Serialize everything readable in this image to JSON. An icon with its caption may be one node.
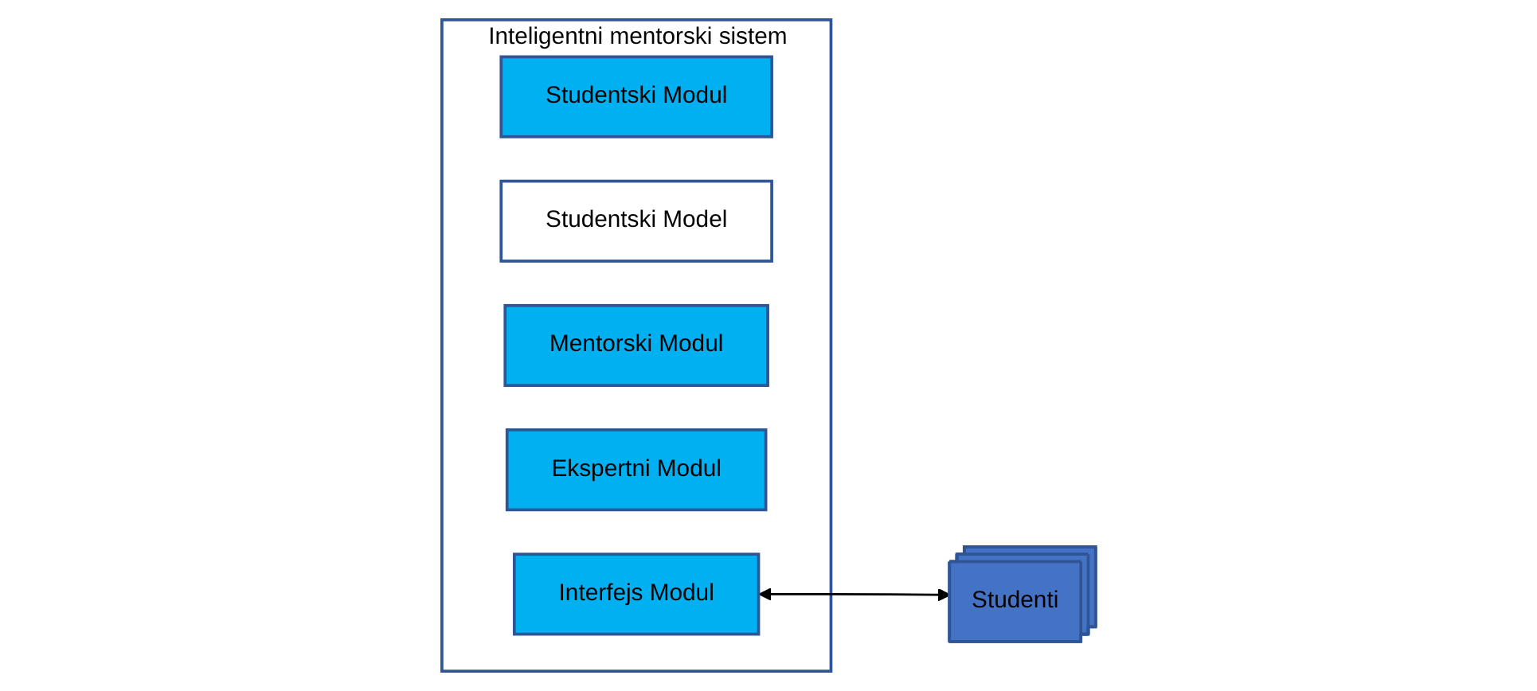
{
  "diagram": {
    "nodes": [
      {
        "text": [
          "Inteligentni mentorski sistem"
        ]
      },
      {
        "text": [
          "Studentski Modul"
        ],
        "in": 0
      },
      {
        "text": [
          "Studentski Model"
        ],
        "in": 0
      },
      {
        "text": [
          "Mentorski Modul"
        ],
        "in": 0
      },
      {
        "text": [
          "Ekspertni Modul"
        ],
        "in": 0
      },
      {
        "text": [
          "Interfejs Modul"
        ],
        "in": 0
      },
      {
        "text": [
          "Studenti"
        ]
      }
    ],
    "edges": [
      {
        "from": 5,
        "to": 6,
        "arrow": "both"
      }
    ]
  }
}
